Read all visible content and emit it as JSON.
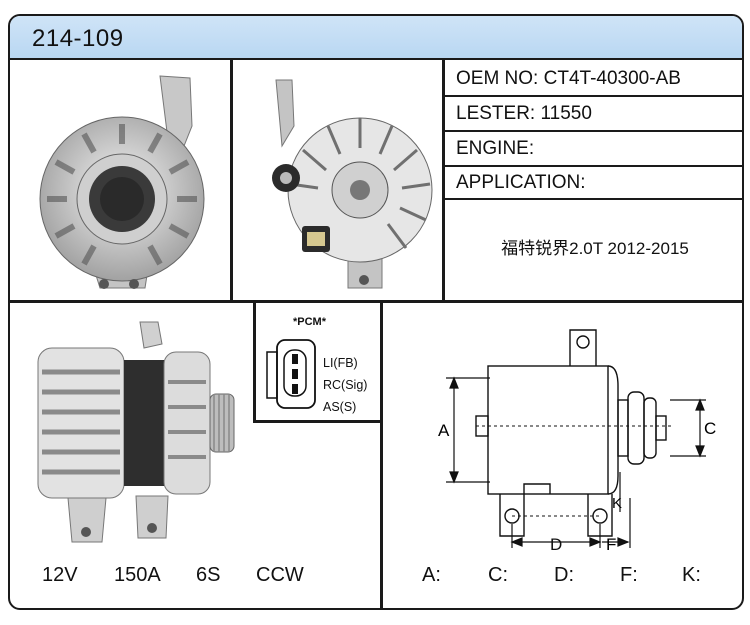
{
  "part_number": "214-109",
  "info": {
    "oem_label": "OEM NO: ",
    "oem_value": "CT4T-40300-AB",
    "lester_label": "LESTER: ",
    "lester_value": "11550",
    "engine_label": "ENGINE:",
    "application_label": "APPLICATION:",
    "application_value": "福特锐界2.0T 2012-2015"
  },
  "connector": {
    "title": "*PCM*",
    "pins": [
      "LI(FB)",
      "RC(Sig)",
      "AS(S)"
    ]
  },
  "specs": [
    "12V",
    "150A",
    "6S",
    "CCW"
  ],
  "dimension_labels": [
    "A:",
    "C:",
    "D:",
    "F:",
    "K:"
  ],
  "drawing_labels": {
    "a": "A",
    "c": "C",
    "d": "D",
    "f": "F",
    "k": "K"
  }
}
